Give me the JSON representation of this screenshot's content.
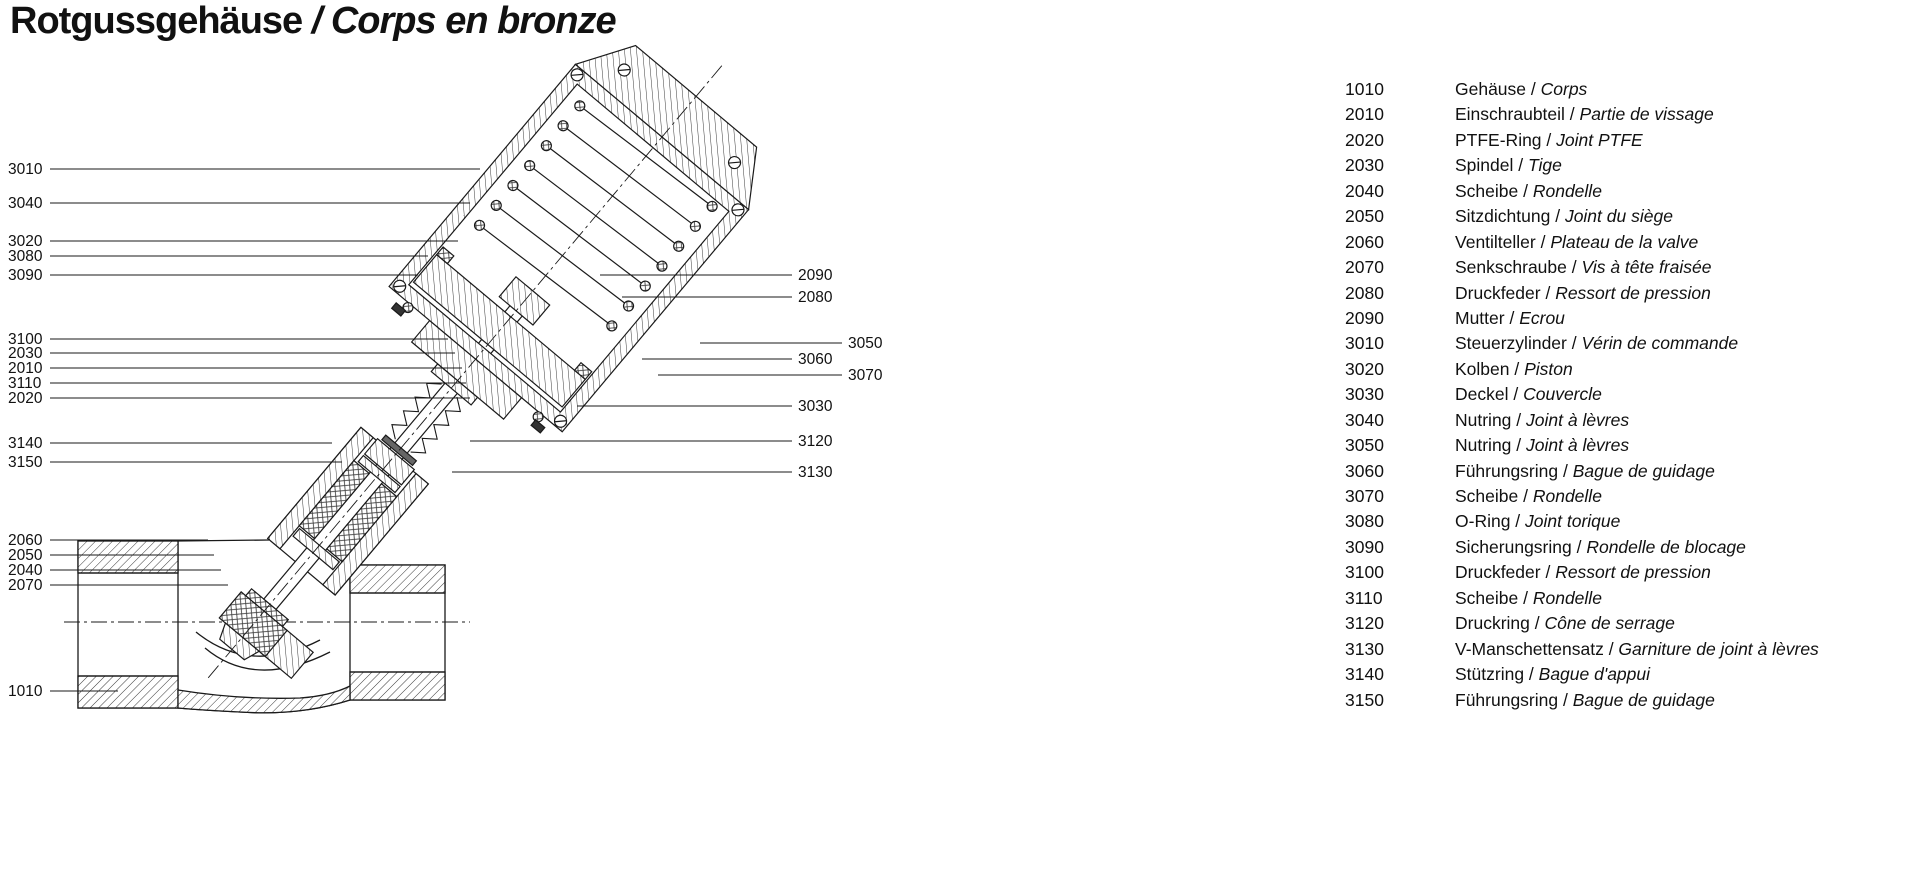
{
  "title": {
    "german": "Rotgussgehäuse",
    "separator": " / ",
    "french": "Corps en bronze"
  },
  "diagram": {
    "callouts_left": [
      {
        "label": "3010"
      },
      {
        "label": "3040"
      },
      {
        "label": "3020"
      },
      {
        "label": "3080"
      },
      {
        "label": "3090"
      },
      {
        "label": "3100"
      },
      {
        "label": "2030"
      },
      {
        "label": "2010"
      },
      {
        "label": "3110"
      },
      {
        "label": "2020"
      },
      {
        "label": "3140"
      },
      {
        "label": "3150"
      },
      {
        "label": "2060"
      },
      {
        "label": "2050"
      },
      {
        "label": "2040"
      },
      {
        "label": "2070"
      },
      {
        "label": "1010"
      }
    ],
    "callouts_right": [
      {
        "label": "2090"
      },
      {
        "label": "2080"
      },
      {
        "label": "3050"
      },
      {
        "label": "3060"
      },
      {
        "label": "3070"
      },
      {
        "label": "3030"
      },
      {
        "label": "3120"
      },
      {
        "label": "3130"
      }
    ]
  },
  "parts": {
    "separator": " / ",
    "items": [
      {
        "no": "1010",
        "de": "Gehäuse",
        "fr": "Corps"
      },
      {
        "no": "2010",
        "de": "Einschraubteil",
        "fr": "Partie de vissage"
      },
      {
        "no": "2020",
        "de": "PTFE-Ring",
        "fr": "Joint PTFE"
      },
      {
        "no": "2030",
        "de": "Spindel",
        "fr": "Tige"
      },
      {
        "no": "2040",
        "de": "Scheibe",
        "fr": "Rondelle"
      },
      {
        "no": "2050",
        "de": "Sitzdichtung",
        "fr": "Joint du siège"
      },
      {
        "no": "2060",
        "de": "Ventilteller",
        "fr": "Plateau de la valve"
      },
      {
        "no": "2070",
        "de": "Senkschraube",
        "fr": "Vis à tête fraisée"
      },
      {
        "no": "2080",
        "de": "Druckfeder",
        "fr": "Ressort de pression"
      },
      {
        "no": "2090",
        "de": "Mutter",
        "fr": "Ecrou"
      },
      {
        "no": "3010",
        "de": "Steuerzylinder",
        "fr": "Vérin de commande"
      },
      {
        "no": "3020",
        "de": "Kolben",
        "fr": "Piston"
      },
      {
        "no": "3030",
        "de": "Deckel",
        "fr": "Couvercle"
      },
      {
        "no": "3040",
        "de": "Nutring",
        "fr": "Joint à lèvres"
      },
      {
        "no": "3050",
        "de": "Nutring",
        "fr": "Joint à lèvres"
      },
      {
        "no": "3060",
        "de": "Führungsring",
        "fr": "Bague de guidage"
      },
      {
        "no": "3070",
        "de": "Scheibe",
        "fr": "Rondelle"
      },
      {
        "no": "3080",
        "de": "O-Ring",
        "fr": "Joint torique"
      },
      {
        "no": "3090",
        "de": "Sicherungsring",
        "fr": "Rondelle de blocage"
      },
      {
        "no": "3100",
        "de": "Druckfeder",
        "fr": "Ressort de pression"
      },
      {
        "no": "3110",
        "de": "Scheibe",
        "fr": "Rondelle"
      },
      {
        "no": "3120",
        "de": "Druckring",
        "fr": "Cône de serrage"
      },
      {
        "no": "3130",
        "de": "V-Manschettensatz",
        "fr": "Garniture de joint à lèvres"
      },
      {
        "no": "3140",
        "de": "Stützring",
        "fr": "Bague d'appui"
      },
      {
        "no": "3150",
        "de": "Führungsring",
        "fr": "Bague de guidage"
      }
    ]
  }
}
